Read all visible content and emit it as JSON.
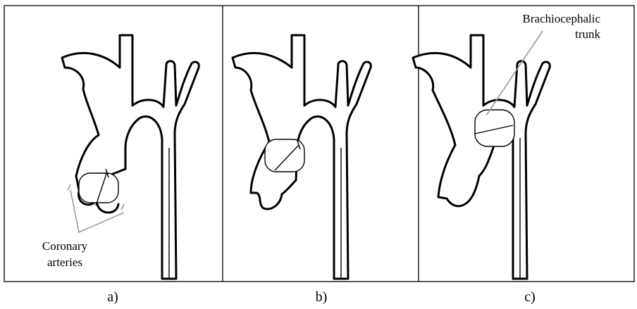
{
  "panels": [
    {
      "id": "a",
      "caption": "a)"
    },
    {
      "id": "b",
      "caption": "b)"
    },
    {
      "id": "c",
      "caption": "c)"
    }
  ],
  "annotations": {
    "coronary_line1": "Coronary",
    "coronary_line2": "arteries",
    "brachio_line1": "Brachiocephalic",
    "brachio_line2": "trunk"
  }
}
